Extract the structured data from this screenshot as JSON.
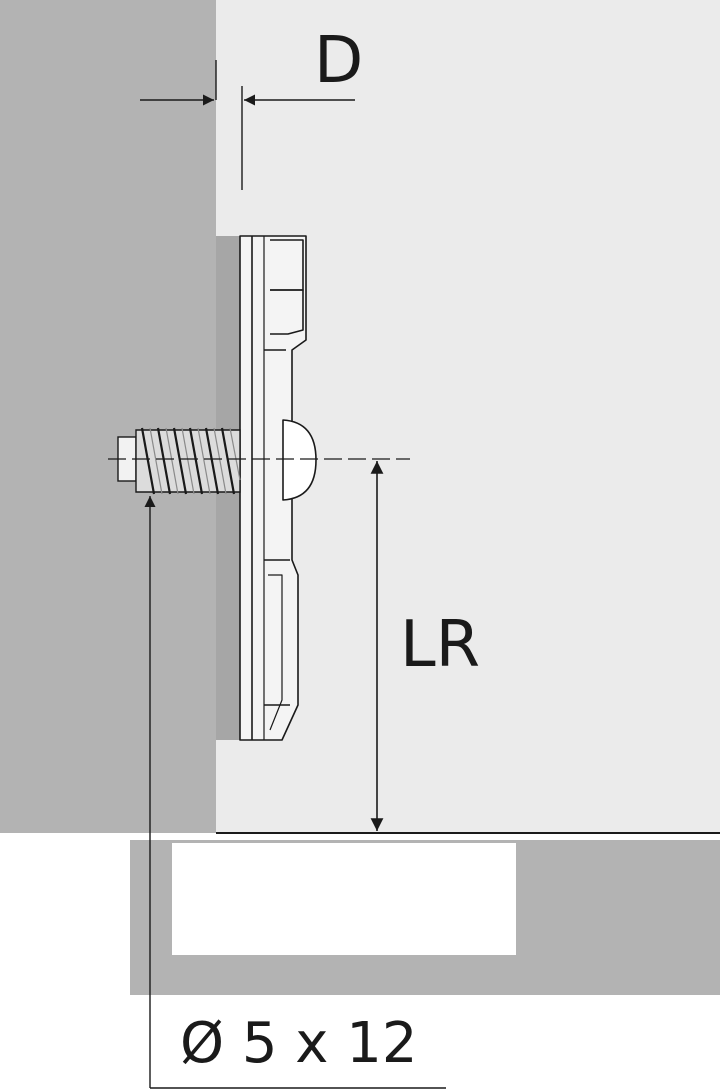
{
  "labels": {
    "depth": "D",
    "distance": "LR",
    "screw_spec": "Ø 5 x 12"
  },
  "colors": {
    "wall": "#b3b3b3",
    "panel": "#ebebeb",
    "plate_shadow": "#a6a6a6",
    "plate": "#f2f2f2",
    "door": "#b3b3b3",
    "door_window": "#ffffff",
    "line": "#1a1a1a"
  },
  "icons": {
    "arrow": "arrow-icon",
    "screw": "screw-icon"
  }
}
